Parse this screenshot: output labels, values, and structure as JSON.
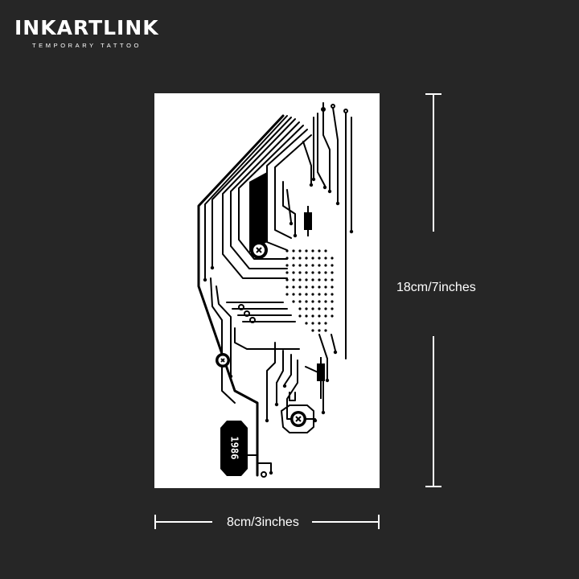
{
  "brand": {
    "name": "INKARTLINK",
    "tagline": "TEMPORARY   TATTOO"
  },
  "product": {
    "serial": "1986",
    "height_label": "18cm/7inches",
    "width_label": "8cm/3inches"
  },
  "icons": {
    "screw": "screw-x-icon",
    "resistor": "resistor-icon"
  },
  "colors": {
    "background": "#262626",
    "card": "#ffffff",
    "ink": "#000000",
    "text": "#ffffff"
  }
}
